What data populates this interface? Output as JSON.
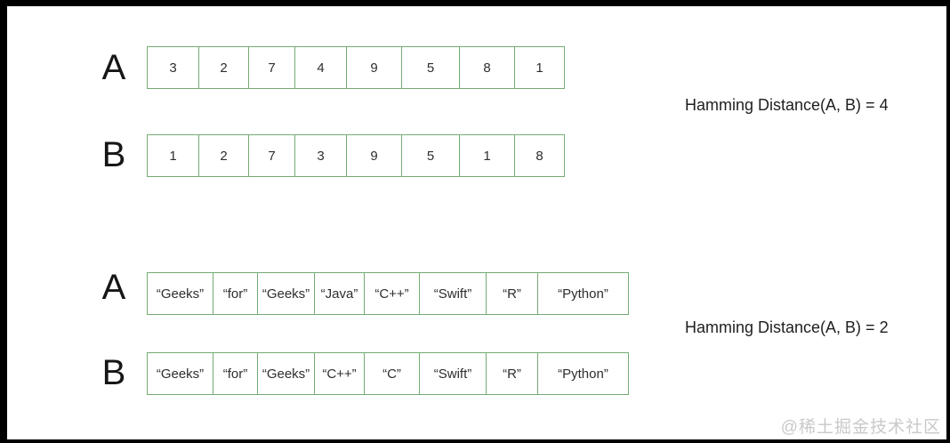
{
  "examples": [
    {
      "label_a": "A",
      "label_b": "B",
      "row_a": [
        "3",
        "2",
        "7",
        "4",
        "9",
        "5",
        "8",
        "1"
      ],
      "row_b": [
        "1",
        "2",
        "7",
        "3",
        "9",
        "5",
        "1",
        "8"
      ],
      "result": "Hamming Distance(A, B) = 4"
    },
    {
      "label_a": "A",
      "label_b": "B",
      "row_a": [
        "“Geeks”",
        "“for”",
        "“Geeks”",
        "“Java”",
        "“C++”",
        "“Swift”",
        "“R”",
        "“Python”"
      ],
      "row_b": [
        "“Geeks”",
        "“for”",
        "“Geeks”",
        "“C++”",
        "“C”",
        "“Swift”",
        "“R”",
        "“Python”"
      ],
      "result": "Hamming Distance(A, B) = 2"
    }
  ],
  "watermark": "@稀土掘金技术社区",
  "colors": {
    "table_border_green": "#74ab74",
    "frame_black": "#000000",
    "text_dark": "#2e2e2e",
    "watermark_gray": "#c9c9c9"
  }
}
